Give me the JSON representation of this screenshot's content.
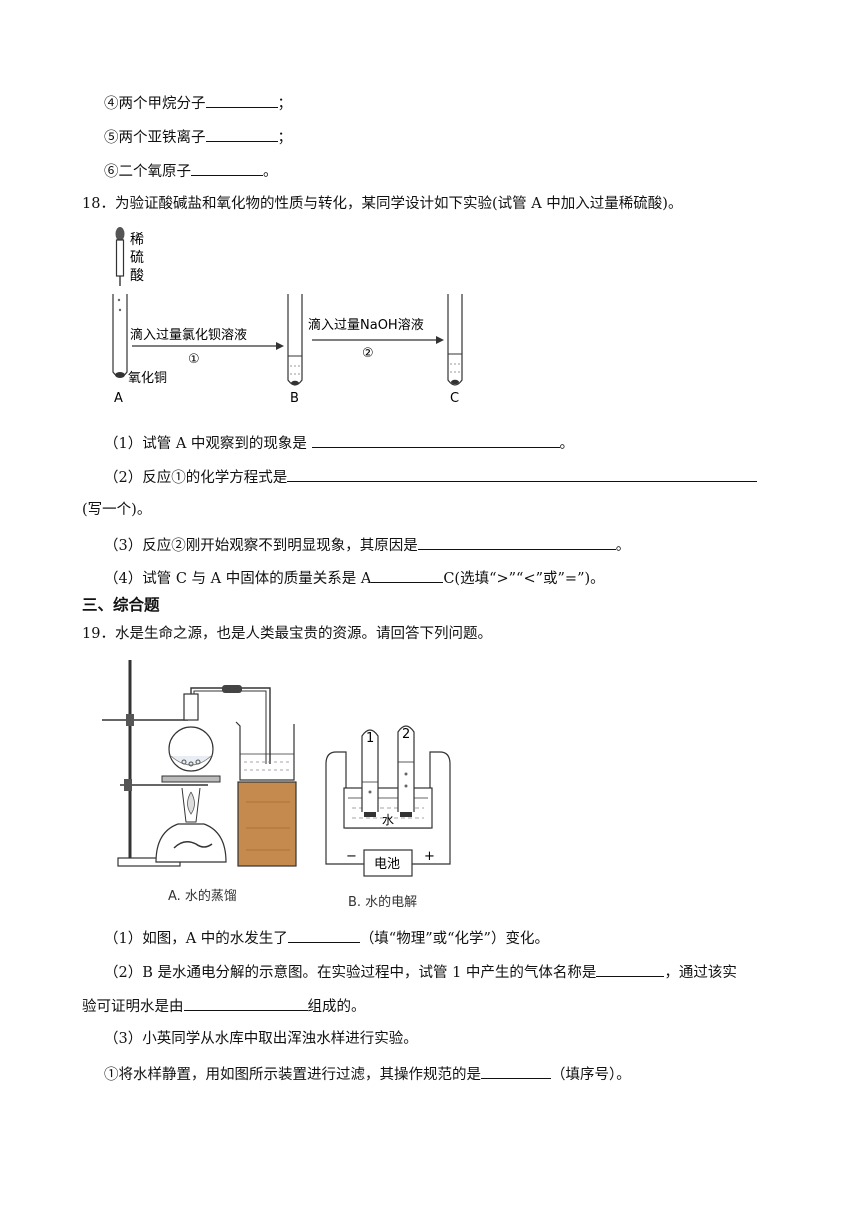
{
  "q17": {
    "item4": "④两个甲烷分子",
    "item5": "⑤两个亚铁离子",
    "item6": "⑥二个氧原子",
    "semi": "；",
    "period": "。"
  },
  "q18": {
    "stem": "18．为验证酸碱盐和氧化物的性质与转化，某同学设计如下实验(试管 A 中加入过量稀硫酸)。",
    "figure": {
      "acid_label_1": "稀",
      "acid_label_2": "硫",
      "acid_label_3": "酸",
      "arrow1_text": "滴入过量氯化钡溶液",
      "arrow1_num": "①",
      "arrow2_text": "滴入过量NaOH溶液",
      "arrow2_num": "②",
      "cuo_label": "氧化铜",
      "tube_a": "A",
      "tube_b": "B",
      "tube_c": "C"
    },
    "p1_before": "（1）试管 A 中观察到的现象是 ",
    "p1_after": "。",
    "p2_before": "（2）反应①的化学方程式是",
    "p2_cont": "(写一个)。",
    "p3_before": "（3）反应②刚开始观察不到明显现象，其原因是",
    "p3_after": "。",
    "p4_before": "（4）试管 C 与 A 中固体的质量关系是 A",
    "p4_after": "C(选填“>”“<”或”=”)。"
  },
  "section3": "三、综合题",
  "q19": {
    "stem": "19．水是生命之源，也是人类最宝贵的资源。请回答下列问题。",
    "figure": {
      "caption_a": "A. 水的蒸馏",
      "caption_b": "B. 水的电解",
      "tube1": "1",
      "tube2": "2",
      "water": "水",
      "battery": "电池",
      "minus": "−",
      "plus": "+"
    },
    "p1_before": "（1）如图，A 中的水发生了",
    "p1_after": "（填“物理”或“化学”）变化。",
    "p2_before": "（2）B 是水通电分解的示意图。在实验过程中，试管 1 中产生的气体名称是",
    "p2_after": "，通过该实",
    "p2_cont_before": "验可证明水是由",
    "p2_cont_after": "组成的。",
    "p3": "（3）小英同学从水库中取出浑浊水样进行实验。",
    "p3_1_before": "①将水样静置，用如图所示装置进行过滤，其操作规范的是",
    "p3_1_after": "（填序号）。"
  }
}
